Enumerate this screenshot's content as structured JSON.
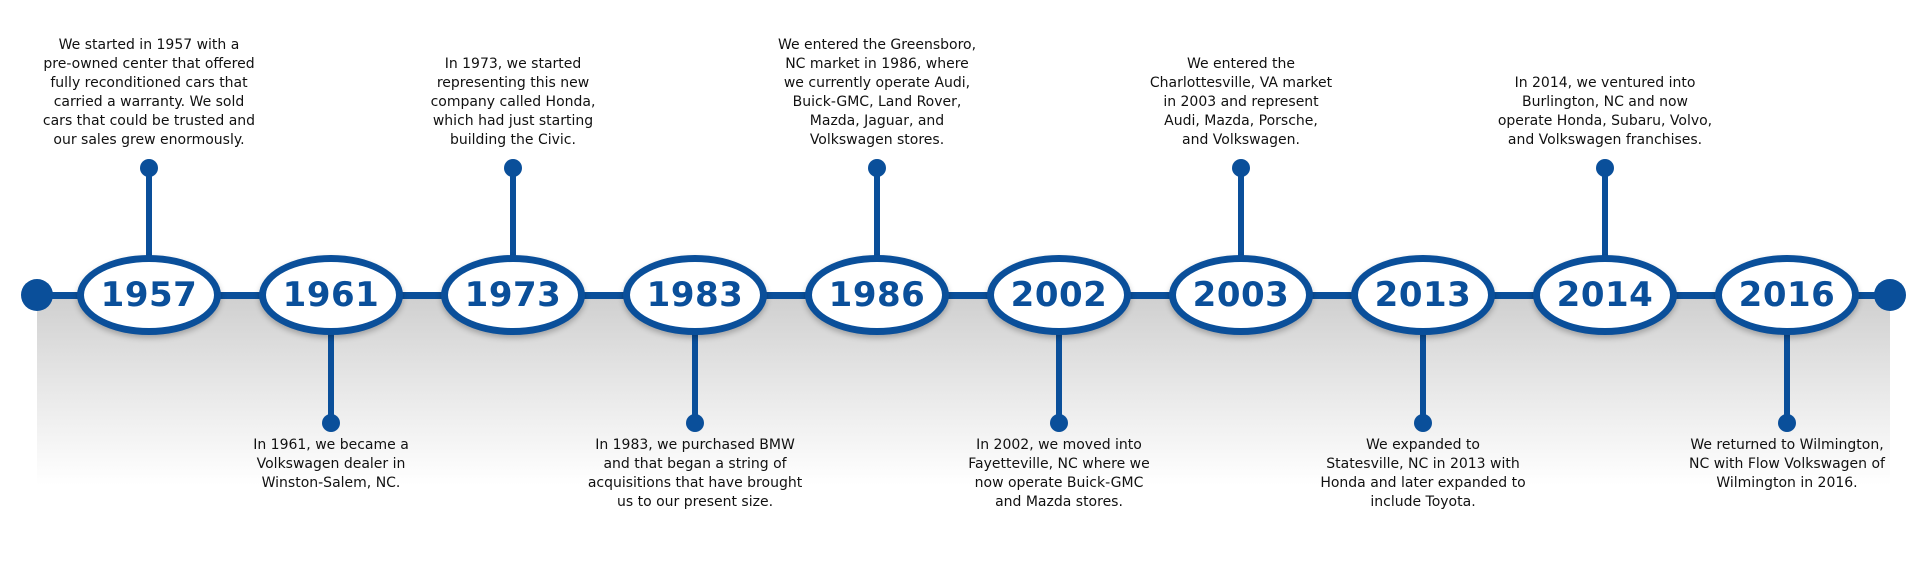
{
  "colors": {
    "accent": "#0a4f9a",
    "text": "#111111"
  },
  "events": [
    {
      "year": "1957",
      "position": "up",
      "text": "We started in 1957 with a\npre-owned center that offered\nfully reconditioned cars that\ncarried a warranty. We sold\ncars that could be trusted and\nour sales grew enormously."
    },
    {
      "year": "1961",
      "position": "down",
      "text": "In 1961, we became a\nVolkswagen dealer in\nWinston-Salem, NC."
    },
    {
      "year": "1973",
      "position": "up",
      "text": "In 1973, we started\nrepresenting this new\ncompany called Honda,\nwhich had just starting\nbuilding the Civic."
    },
    {
      "year": "1983",
      "position": "down",
      "text": "In 1983, we purchased BMW\nand that began a string of\nacquisitions that have brought\nus to our present size."
    },
    {
      "year": "1986",
      "position": "up",
      "text": "We entered the Greensboro,\nNC market in 1986, where\nwe currently operate Audi,\nBuick-GMC, Land Rover,\nMazda, Jaguar, and\nVolkswagen stores."
    },
    {
      "year": "2002",
      "position": "down",
      "text": "In 2002, we moved into\nFayetteville, NC where we\nnow operate Buick-GMC\nand Mazda stores."
    },
    {
      "year": "2003",
      "position": "up",
      "text": "We entered the\nCharlottesville, VA market\nin 2003 and represent\nAudi, Mazda, Porsche,\nand Volkswagen."
    },
    {
      "year": "2013",
      "position": "down",
      "text": "We expanded to\nStatesville, NC in 2013 with\nHonda and later expanded to\ninclude Toyota."
    },
    {
      "year": "2014",
      "position": "up",
      "text": "In 2014, we ventured into\nBurlington, NC and now\noperate Honda, Subaru, Volvo,\nand Volkswagen franchises."
    },
    {
      "year": "2016",
      "position": "down",
      "text": "We returned to Wilmington,\nNC with Flow Volkswagen of\nWilmington in 2016."
    }
  ]
}
